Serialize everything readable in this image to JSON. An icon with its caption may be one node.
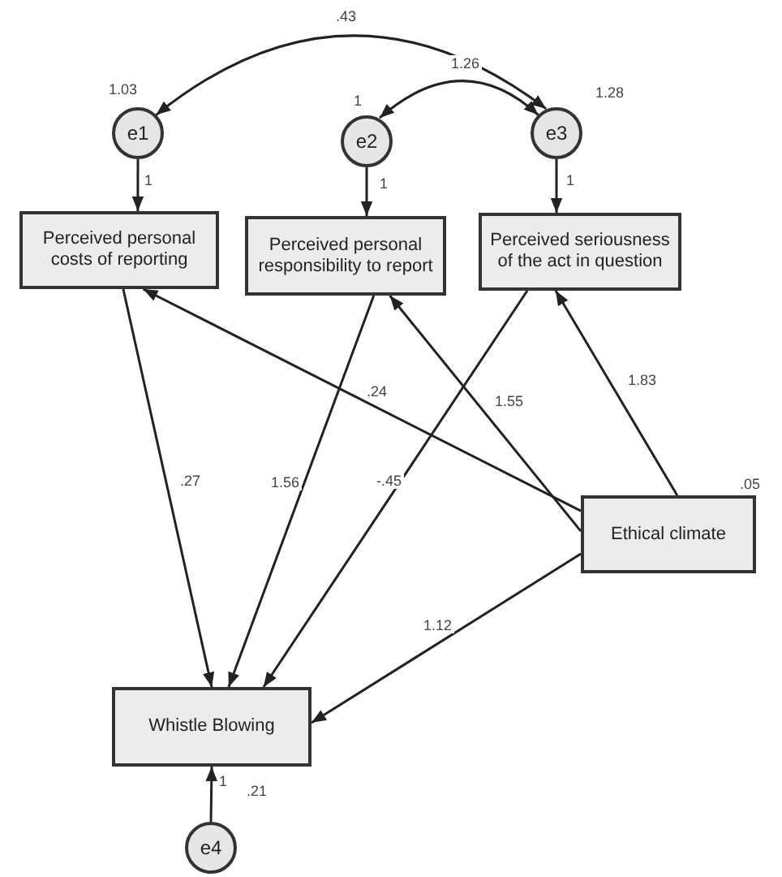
{
  "diagram": {
    "nodes": [
      {
        "text": [
          "e1"
        ],
        "beside": [
          "1.03"
        ]
      },
      {
        "text": [
          "e2"
        ],
        "beside": [
          "1"
        ]
      },
      {
        "text": [
          "e3"
        ],
        "beside": [
          "1.28"
        ]
      },
      {
        "text": [
          "Perceived personal costs of reporting"
        ]
      },
      {
        "text": [
          "Perceived personal responsibility to report"
        ]
      },
      {
        "text": [
          "Perceived seriousness of the act in question"
        ]
      },
      {
        "text": [
          "Ethical climate"
        ],
        "beside": [
          ".05"
        ]
      },
      {
        "text": [
          "Whistle Blowing"
        ]
      },
      {
        "text": [
          "e4"
        ],
        "beside": [
          ".21"
        ]
      }
    ],
    "edges": [
      {
        "from": 0,
        "to": 2,
        "arrow": "both",
        "label": ".43"
      },
      {
        "from": 1,
        "to": 2,
        "arrow": "both",
        "label": "1.26"
      },
      {
        "from": 0,
        "to": 3,
        "arrow": "to",
        "label": "1"
      },
      {
        "from": 1,
        "to": 4,
        "arrow": "to",
        "label": "1"
      },
      {
        "from": 2,
        "to": 5,
        "arrow": "to",
        "label": "1"
      },
      {
        "from": 3,
        "to": 7,
        "arrow": "to",
        "label": ".27"
      },
      {
        "from": 4,
        "to": 7,
        "arrow": "to",
        "label": "1.56"
      },
      {
        "from": 5,
        "to": 7,
        "arrow": "to",
        "label": "-.45"
      },
      {
        "from": 6,
        "to": 3,
        "arrow": "to",
        "label": ".24"
      },
      {
        "from": 6,
        "to": 4,
        "arrow": "to",
        "label": "1.55"
      },
      {
        "from": 6,
        "to": 5,
        "arrow": "to",
        "label": "1.83"
      },
      {
        "from": 6,
        "to": 7,
        "arrow": "to",
        "label": "1.12"
      },
      {
        "from": 8,
        "to": 7,
        "arrow": "to",
        "label": "1"
      }
    ]
  }
}
